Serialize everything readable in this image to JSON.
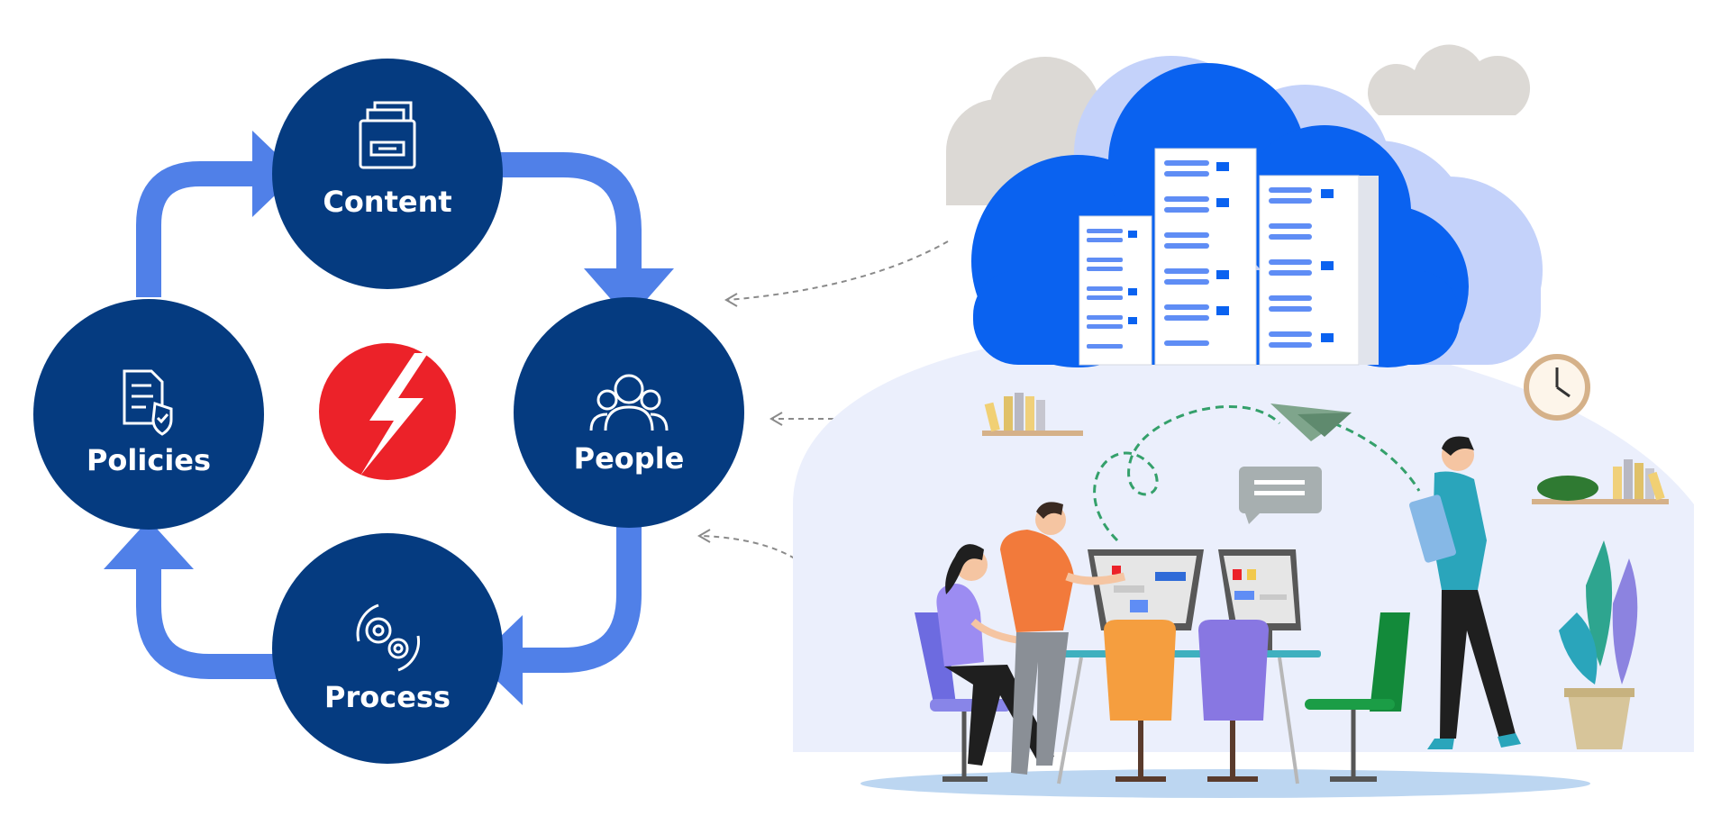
{
  "diagram": {
    "nodes": [
      {
        "id": "content",
        "label": "Content",
        "icon": "file-box-icon"
      },
      {
        "id": "people",
        "label": "People",
        "icon": "people-group-icon"
      },
      {
        "id": "process",
        "label": "Process",
        "icon": "gears-cycle-icon"
      },
      {
        "id": "policies",
        "label": "Policies",
        "icon": "policy-document-shield-icon"
      }
    ],
    "center_icon": "lightning-bolt-icon",
    "cycle_direction": "clockwise",
    "colors": {
      "node_fill": "#053b80",
      "cycle_arrow": "#5080e8",
      "center_badge": "#ec2229",
      "cloud_front": "#0a62f0",
      "cloud_back": "#c4d2fa",
      "cloud_grey": "#dcd9d5",
      "dashed_connector": "#8a8a8a"
    }
  },
  "illustration": {
    "elements": [
      "cloud-data-center",
      "team-at-desk",
      "standing-man-with-tablet",
      "paper-plane",
      "chat-bubble",
      "wall-clock",
      "bookshelf",
      "potted-plant"
    ]
  }
}
